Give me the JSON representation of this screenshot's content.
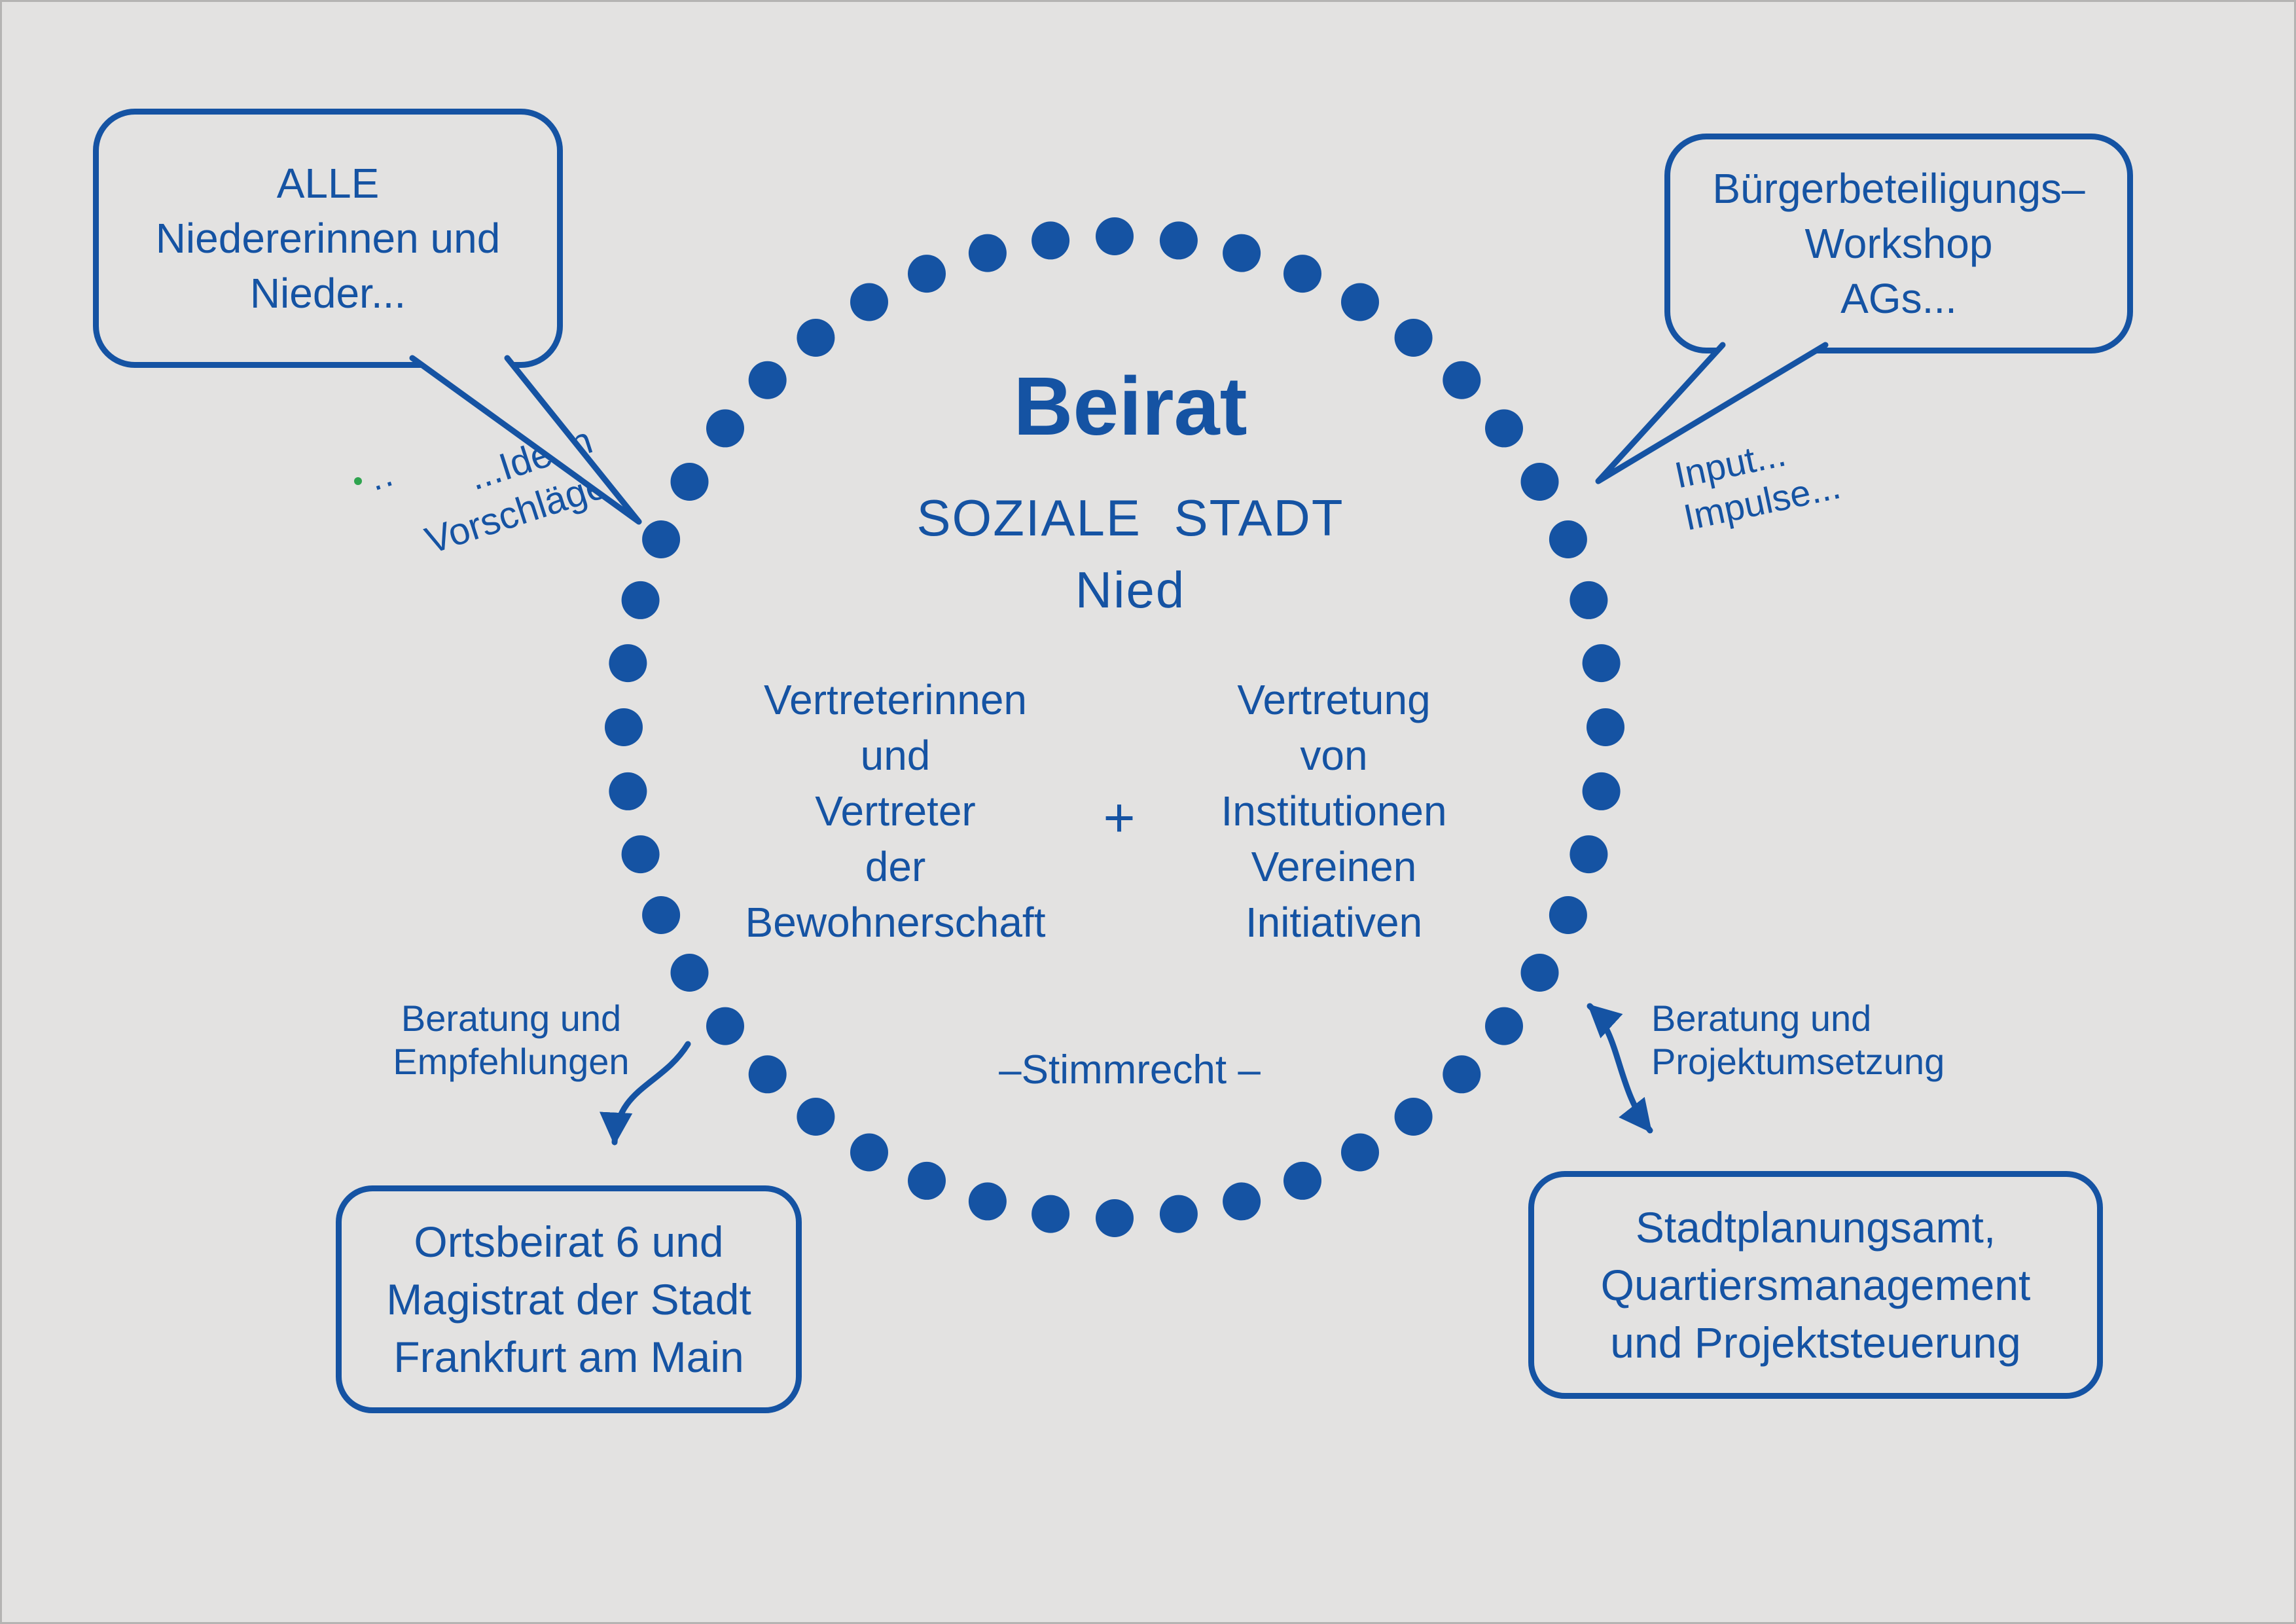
{
  "colors": {
    "blue": "#1553a3",
    "background": "#e3e2e1",
    "green_dot": "#2fa44f"
  },
  "center": {
    "title": "Beirat",
    "subtitle_line1": "SOZIALE STADT",
    "subtitle_line2": "Nied",
    "left_column_lines": [
      "Vertreterinnen",
      "und",
      "Vertreter",
      "der",
      "Bewohnerschaft"
    ],
    "plus_sign": "+",
    "right_column_lines": [
      "Vertretung",
      "von",
      "Institutionen",
      "Vereinen",
      "Initiativen"
    ],
    "voting_note": "–Stimmrecht –"
  },
  "speech_bubbles": {
    "top_left_lines": [
      "ALLE",
      "Niedererinnen und",
      "Nieder..."
    ],
    "top_right_lines": [
      "Bürgerbeteiligungs–",
      "Workshop",
      "AGs..."
    ]
  },
  "boxes": {
    "bottom_left_lines": [
      "Ortsbeirat 6 und",
      "Magistrat der Stadt",
      "Frankfurt am Main"
    ],
    "bottom_right_lines": [
      "Stadtplanungsamt,",
      "Quartiersmanagement",
      "und Projektsteuerung"
    ]
  },
  "annotations": {
    "ideen_prefix": "··",
    "ideen_lines": [
      "...Ideen",
      "Vorschläge"
    ],
    "input_lines": [
      "Input...",
      "Impulse..."
    ],
    "left_arrow_lines": [
      "Beratung und",
      "Empfehlungen"
    ],
    "right_arrow_lines": [
      "Beratung und",
      "Projektumsetzung"
    ]
  }
}
